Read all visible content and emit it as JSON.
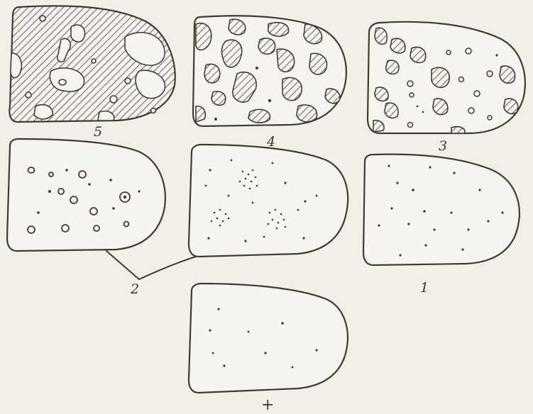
{
  "figure": {
    "labels": {
      "stage5": "5",
      "stage4": "4",
      "stage3": "3",
      "stage2": "2",
      "stage1": "1",
      "control": "+"
    }
  },
  "colors": {
    "paper": "#f1efe8",
    "ink": "#3f3b36"
  }
}
